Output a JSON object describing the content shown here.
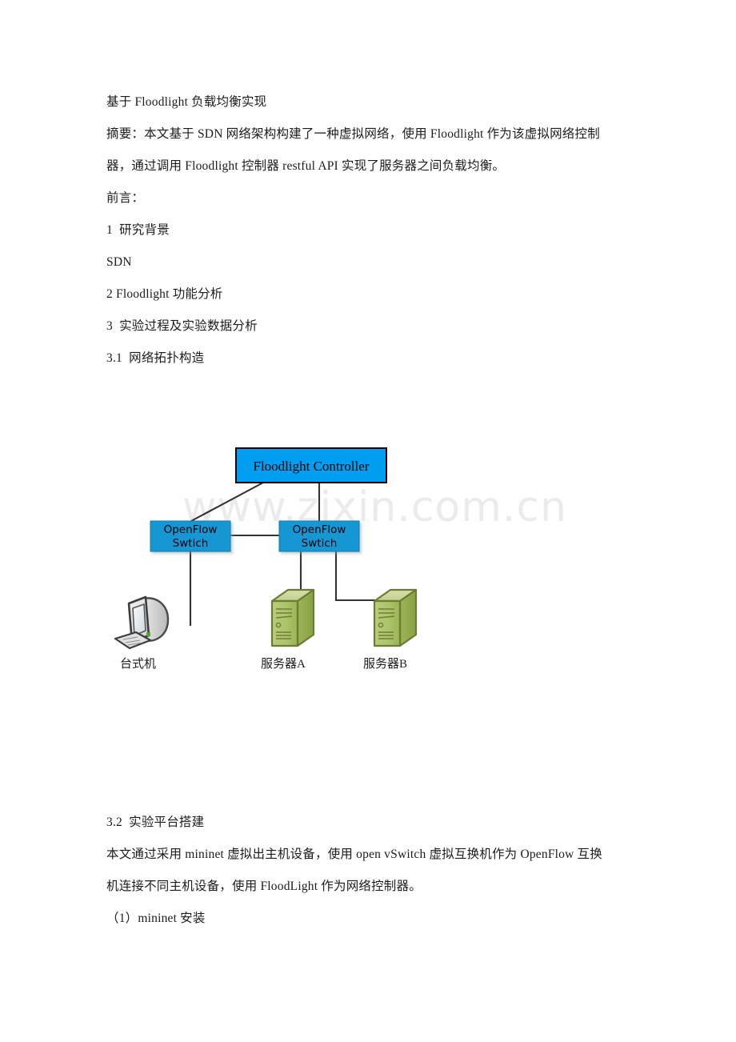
{
  "document": {
    "title_line": "基于 Floodlight 负载均衡实现",
    "paragraphs": [
      "摘要：本文基于 SDN 网络架构构建了一种虚拟网络，使用 Floodlight 作为该虚拟网络控制",
      "器，通过调用 Floodlight 控制器 restful API 实现了服务器之间负载均衡。",
      "前言：",
      "1  研究背景",
      "SDN",
      "2 Floodlight 功能分析",
      "3  实验过程及实验数据分析",
      "3.1  网络拓扑构造"
    ],
    "lower_paragraphs": [
      "3.2  实验平台搭建",
      "本文通过采用 mininet 虚拟出主机设备，使用 open vSwitch 虚拟互换机作为 OpenFlow 互换",
      "机连接不同主机设备，使用 FloodLight 作为网络控制器。",
      "（1）mininet 安装"
    ]
  },
  "watermark": {
    "text": "www.zixin.com.cn",
    "color": "#ebebeb"
  },
  "diagram": {
    "controller": {
      "label": "Floodlight Controller",
      "fill": "#009ef0",
      "stroke": "#000000"
    },
    "switches": [
      {
        "line1": "OpenFlow",
        "line2": "Swtich",
        "fill": "#1997d4",
        "stroke": "#0f7cb0"
      },
      {
        "line1": "OpenFlow",
        "line2": "Swtich",
        "fill": "#1997d4",
        "stroke": "#0f7cb0"
      }
    ],
    "devices": [
      {
        "label": "台式机",
        "icon": "desktop-computer-icon"
      },
      {
        "label": "服务器A",
        "icon": "server-tower-icon"
      },
      {
        "label": "服务器B",
        "icon": "server-tower-icon"
      }
    ],
    "link_color": "#333333",
    "server_colors": {
      "top": "#cdd89a",
      "front": "#aec36a",
      "side": "#93ad4f",
      "outline": "#6b7c33"
    }
  }
}
